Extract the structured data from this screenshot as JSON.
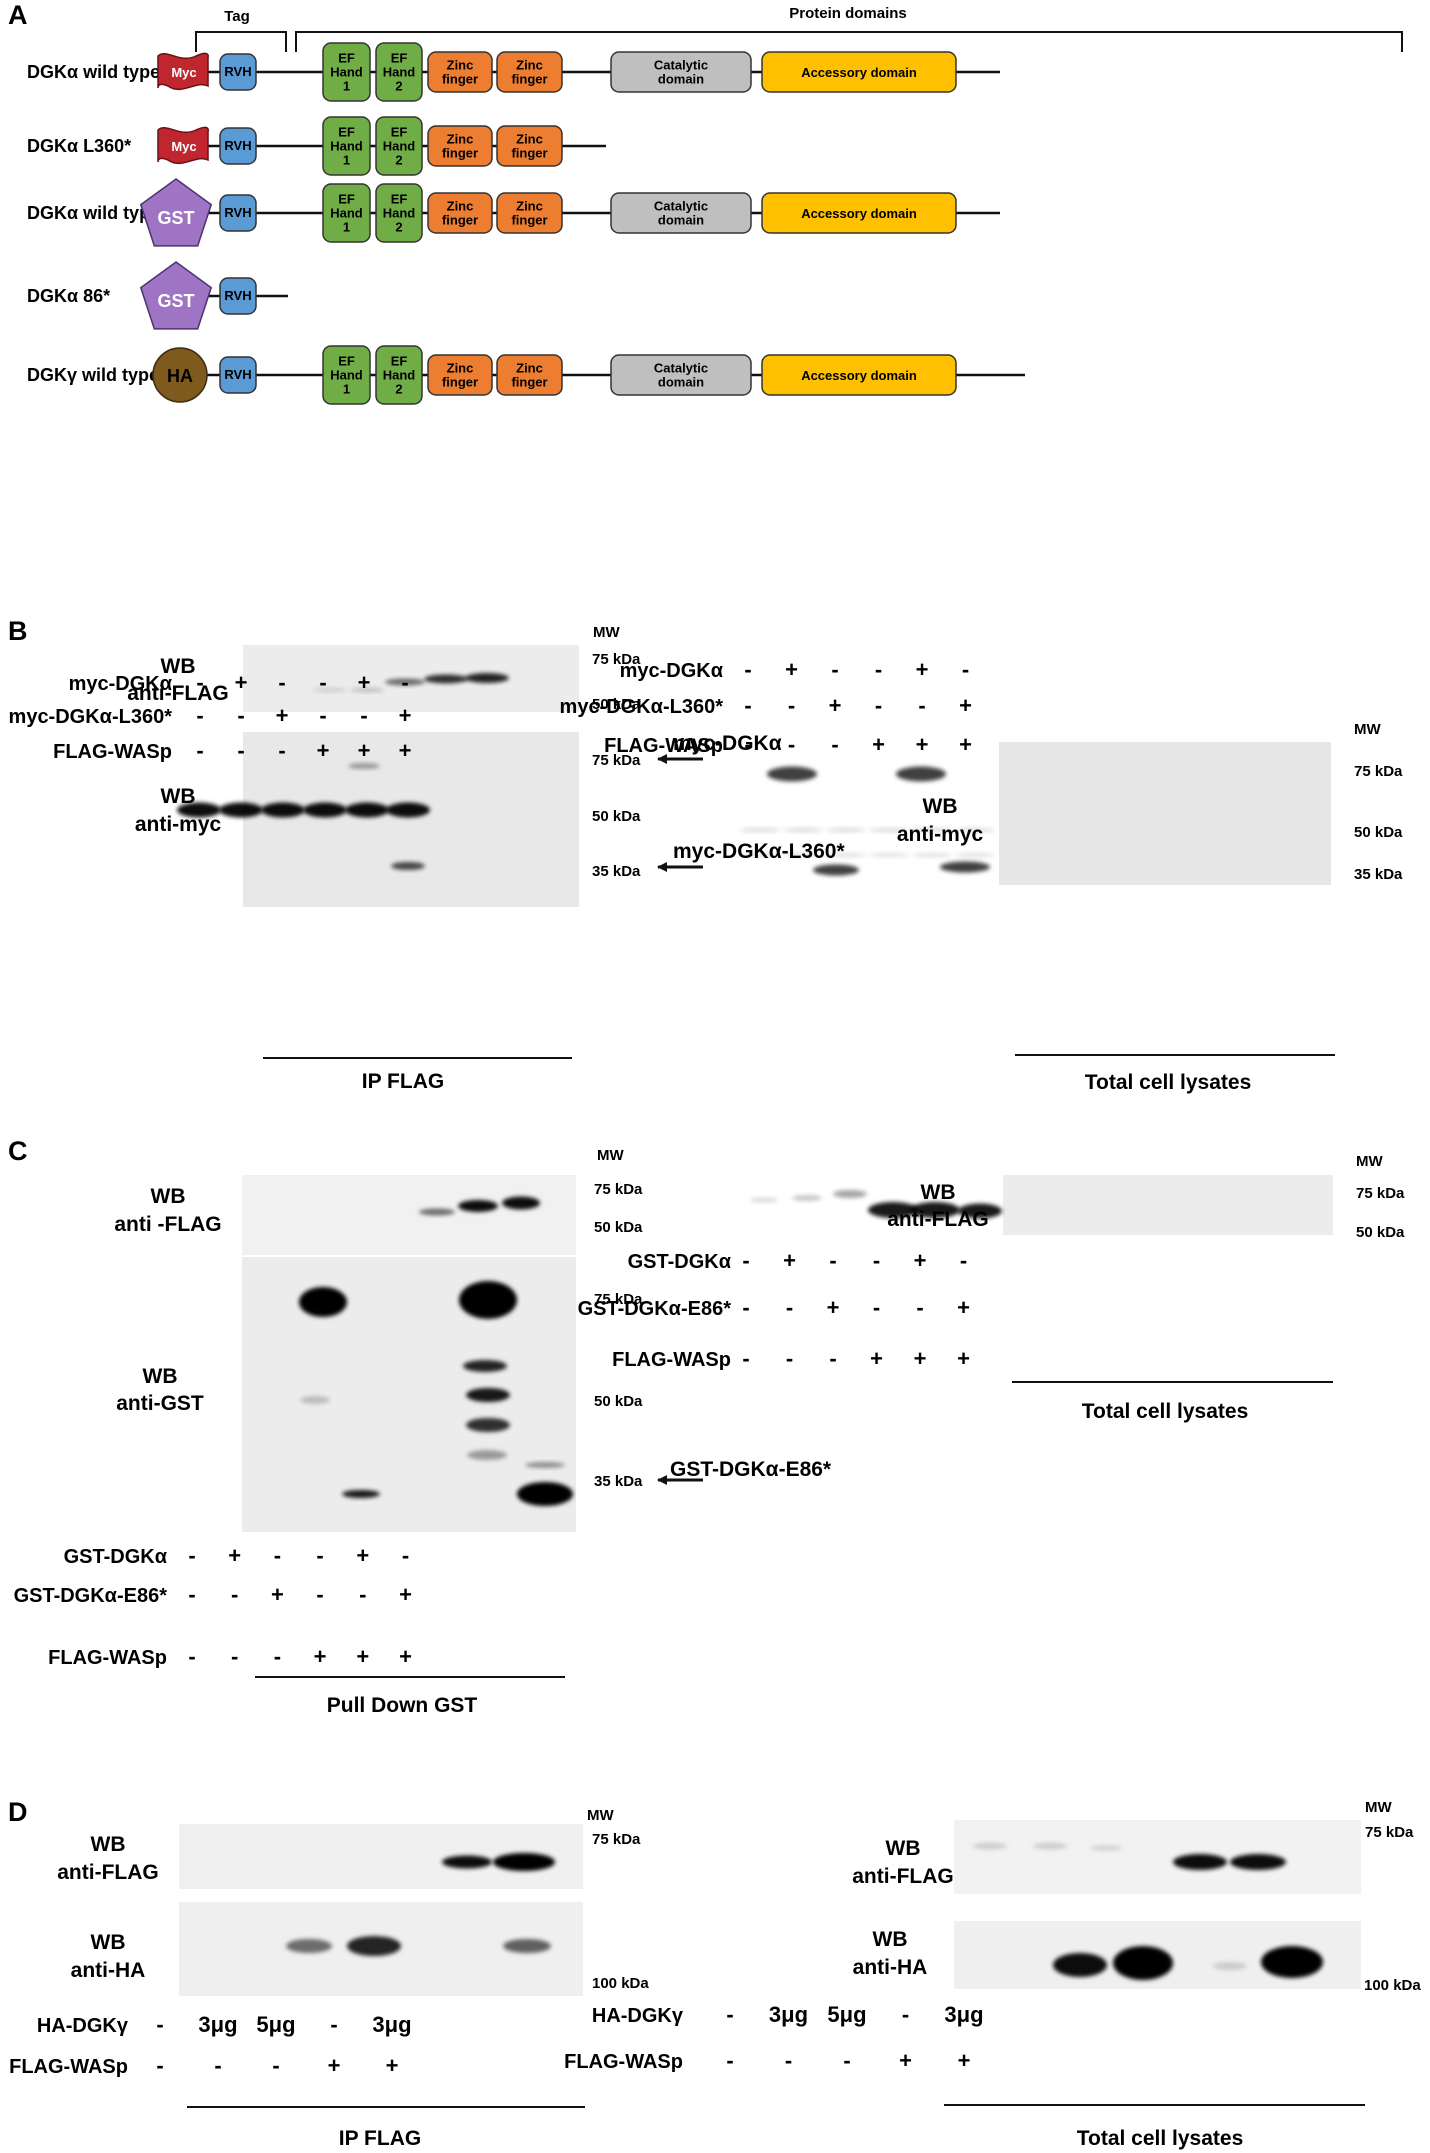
{
  "panel_a": {
    "label": "A",
    "tag_title": "Tag",
    "domains_title": "Protein domains",
    "constructs": [
      {
        "name": "DGKα wild type",
        "tag": "Myc"
      },
      {
        "name": "DGKα L360*",
        "tag": "Myc"
      },
      {
        "name": "DGKα wild type",
        "tag": "GST"
      },
      {
        "name": "DGKα 86*",
        "tag": "GST"
      },
      {
        "name": "DGKγ wild type",
        "tag": "HA"
      }
    ],
    "domains": {
      "rvh": "RVH",
      "ef1": [
        "EF",
        "Hand",
        "1"
      ],
      "ef2": [
        "EF",
        "Hand",
        "2"
      ],
      "zinc": [
        "Zinc",
        "finger"
      ],
      "cat": [
        "Catalytic",
        "domain"
      ],
      "acc": "Accessory  domain"
    },
    "colors": {
      "rvh": "#5b9bd5",
      "ef": "#70ad47",
      "zinc": "#ed7d31",
      "cat": "#bfbfbf",
      "acc": "#ffc000",
      "myc": "#c0262d",
      "gst": "#a074c4",
      "ha": "#7f5a1e"
    }
  },
  "panel_b": {
    "label": "B",
    "mw_title": "MW",
    "left": {
      "wb_flag": [
        "WB",
        "anti-FLAG"
      ],
      "wb_myc": [
        "WB",
        "anti-myc"
      ],
      "flag_markers": [
        "75 kDa",
        "50 kDa"
      ],
      "myc_markers": [
        "75 kDa",
        "50 kDa",
        "35 kDa"
      ],
      "arrows": [
        "myc-DGKα",
        "myc-DGKα-L360*"
      ],
      "rows": [
        {
          "label": "myc-DGKα",
          "values": [
            "-",
            "+",
            "-",
            "-",
            "+",
            "-"
          ]
        },
        {
          "label": "myc-DGKα-L360*",
          "values": [
            "-",
            "-",
            "+",
            "-",
            "-",
            "+"
          ]
        },
        {
          "label": "FLAG-WASp",
          "values": [
            "-",
            "-",
            "-",
            "+",
            "+",
            "+"
          ]
        }
      ],
      "underline": "IP FLAG"
    },
    "right": {
      "wb_myc": [
        "WB",
        "anti-myc"
      ],
      "markers": [
        "75 kDa",
        "50 kDa",
        "35 kDa"
      ],
      "rows": [
        {
          "label": "myc-DGKα",
          "values": [
            "-",
            "+",
            "-",
            "-",
            "+",
            "-"
          ]
        },
        {
          "label": "myc-DGKα-L360*",
          "values": [
            "-",
            "-",
            "+",
            "-",
            "-",
            "+"
          ]
        },
        {
          "label": "FLAG-WASp",
          "values": [
            "-",
            "-",
            "-",
            "+",
            "+",
            "+"
          ]
        }
      ],
      "underline": "Total cell lysates"
    }
  },
  "panel_c": {
    "label": "C",
    "mw_title": "MW",
    "left": {
      "wb_flag": [
        "WB",
        "anti -FLAG"
      ],
      "wb_gst": [
        "WB",
        "anti-GST"
      ],
      "flag_markers": [
        "75 kDa",
        "50 kDa"
      ],
      "gst_markers": [
        "75 kDa",
        "50 kDa",
        "35 kDa"
      ],
      "arrow": "GST-DGKα-E86*",
      "rows": [
        {
          "label": "GST-DGKα",
          "values": [
            "-",
            "+",
            "-",
            "-",
            "+",
            "-"
          ]
        },
        {
          "label": "GST-DGKα-E86*",
          "values": [
            "-",
            "-",
            "+",
            "-",
            "-",
            "+"
          ]
        },
        {
          "label": "FLAG-WASp",
          "values": [
            "-",
            "-",
            "-",
            "+",
            "+",
            "+"
          ]
        }
      ],
      "underline": "Pull Down GST"
    },
    "right": {
      "wb_flag": [
        "WB",
        "anti-FLAG"
      ],
      "markers": [
        "75 kDa",
        "50 kDa"
      ],
      "rows": [
        {
          "label": "GST-DGKα",
          "values": [
            "-",
            "+",
            "-",
            "-",
            "+",
            "-"
          ]
        },
        {
          "label": "GST-DGKα-E86*",
          "values": [
            "-",
            "-",
            "+",
            "-",
            "-",
            "+"
          ]
        },
        {
          "label": "FLAG-WASp",
          "values": [
            "-",
            "-",
            "-",
            "+",
            "+",
            "+"
          ]
        }
      ],
      "underline": "Total cell lysates"
    }
  },
  "panel_d": {
    "label": "D",
    "mw_title": "MW",
    "left": {
      "wb_flag": [
        "WB",
        "anti-FLAG"
      ],
      "wb_ha": [
        "WB",
        "anti-HA"
      ],
      "markers": [
        "75 kDa",
        "100 kDa"
      ],
      "rows": [
        {
          "label": "HA-DGKγ",
          "values": [
            "-",
            "3μg",
            "5μg",
            "-",
            "3μg"
          ]
        },
        {
          "label": "FLAG-WASp",
          "values": [
            "-",
            "-",
            "-",
            "+",
            "+"
          ]
        }
      ],
      "underline": "IP FLAG"
    },
    "right": {
      "wb_flag": [
        "WB",
        "anti-FLAG"
      ],
      "wb_ha": [
        "WB",
        "anti-HA"
      ],
      "markers": [
        "75 kDa",
        "100 kDa"
      ],
      "rows": [
        {
          "label": "HA-DGKγ",
          "values": [
            "-",
            "3μg",
            "5μg",
            "-",
            "3μg"
          ]
        },
        {
          "label": "FLAG-WASp",
          "values": [
            "-",
            "-",
            "-",
            "+",
            "+"
          ]
        }
      ],
      "underline": "Total cell lysates"
    }
  }
}
